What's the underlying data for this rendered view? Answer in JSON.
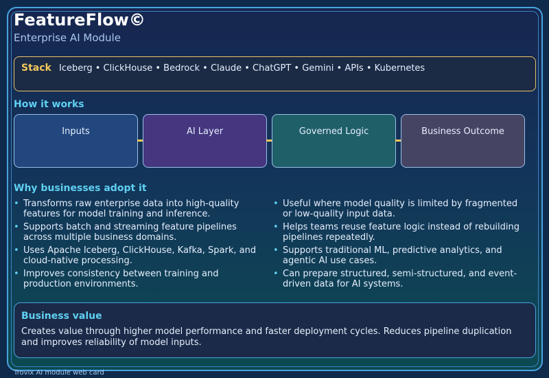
{
  "header": {
    "title": "FeatureFlow©",
    "subtitle": "Enterprise AI Module"
  },
  "stack": {
    "label": "Stack",
    "items": "Iceberg • ClickHouse • Bedrock • Claude • ChatGPT • Gemini • APIs • Kubernetes"
  },
  "how_it_works": {
    "title": "How it works",
    "steps": [
      {
        "label": "Inputs",
        "color": "#22477f"
      },
      {
        "label": "AI Layer",
        "color": "#45367f"
      },
      {
        "label": "Governed Logic",
        "color": "#1f5f68"
      },
      {
        "label": "Business Outcome",
        "color": "#464463"
      }
    ],
    "connector_color": "#f4c85a"
  },
  "why": {
    "title": "Why businesses adopt it",
    "left": [
      "Transforms raw enterprise data into high-quality features for model training and inference.",
      "Supports batch and streaming feature pipelines across multiple business domains.",
      "Uses Apache Iceberg, ClickHouse, Kafka, Spark, and cloud-native processing.",
      "Improves consistency between training and production environments."
    ],
    "right": [
      "Useful where model quality is limited by fragmented or low-quality input data.",
      "Helps teams reuse feature logic instead of rebuilding pipelines repeatedly.",
      "Supports traditional ML, predictive analytics, and agentic AI use cases.",
      "Can prepare structured, semi-structured, and event-driven data for AI systems."
    ]
  },
  "business_value": {
    "title": "Business value",
    "text": "Creates value through higher model performance and faster deployment cycles. Reduces pipeline duplication and improves reliability of model inputs."
  },
  "footer": "Trovix AI module web card",
  "colors": {
    "accent": "#5fd0f2",
    "highlight": "#f4c85a",
    "border": "#4aa3e0"
  }
}
